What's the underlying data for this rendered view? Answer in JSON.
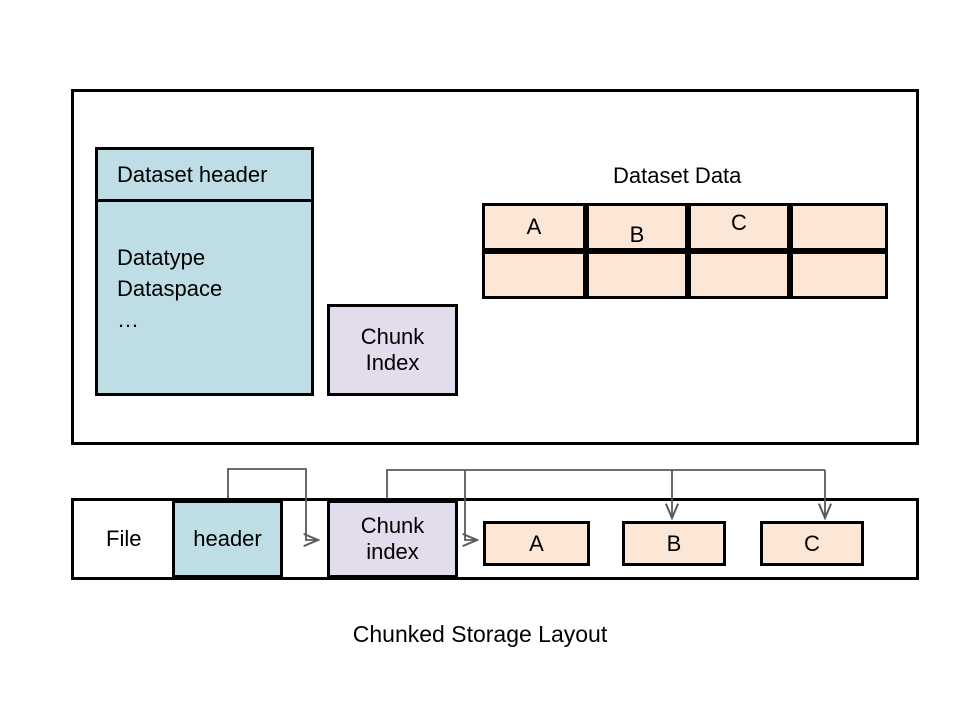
{
  "figure": {
    "caption": "Chunked Storage Layout"
  },
  "colors": {
    "stroke": "#000000",
    "header_fill": "#bfdde5",
    "index_fill": "#e3dced",
    "data_fill": "#fce6d6",
    "background": "#ffffff",
    "arrow_stroke": "#595959"
  },
  "dataset_panel": {
    "name": "Dataset in memory / logical view",
    "dataset_header": {
      "title": "Dataset header",
      "body": "Datatype\nDataspace\n…"
    },
    "chunk_index": {
      "label": "Chunk\nIndex"
    },
    "dataset_data": {
      "title": "Dataset Data",
      "rows": [
        [
          "A",
          "B",
          "C",
          ""
        ],
        [
          "",
          "",
          "",
          ""
        ]
      ]
    }
  },
  "file_panel": {
    "file_label": "File",
    "blocks": [
      {
        "id": "header",
        "label": "header",
        "fill": "header_fill"
      },
      {
        "id": "gap",
        "label": "",
        "fill": "background"
      },
      {
        "id": "chunk-index",
        "label": "Chunk\nindex",
        "fill": "index_fill"
      },
      {
        "id": "chunk-a",
        "label": "A",
        "fill": "data_fill"
      },
      {
        "id": "chunk-b",
        "label": "B",
        "fill": "data_fill"
      },
      {
        "id": "chunk-c",
        "label": "C",
        "fill": "data_fill"
      }
    ],
    "connectors": [
      {
        "id": "header-to-chunk-index",
        "from": "header",
        "to": "chunk-index"
      },
      {
        "id": "chunk-index-to-a",
        "from": "chunk-index",
        "to": "chunk-a"
      },
      {
        "id": "chunk-index-to-b",
        "from": "chunk-index",
        "to": "chunk-b"
      },
      {
        "id": "chunk-index-to-c",
        "from": "chunk-index",
        "to": "chunk-c"
      }
    ]
  }
}
